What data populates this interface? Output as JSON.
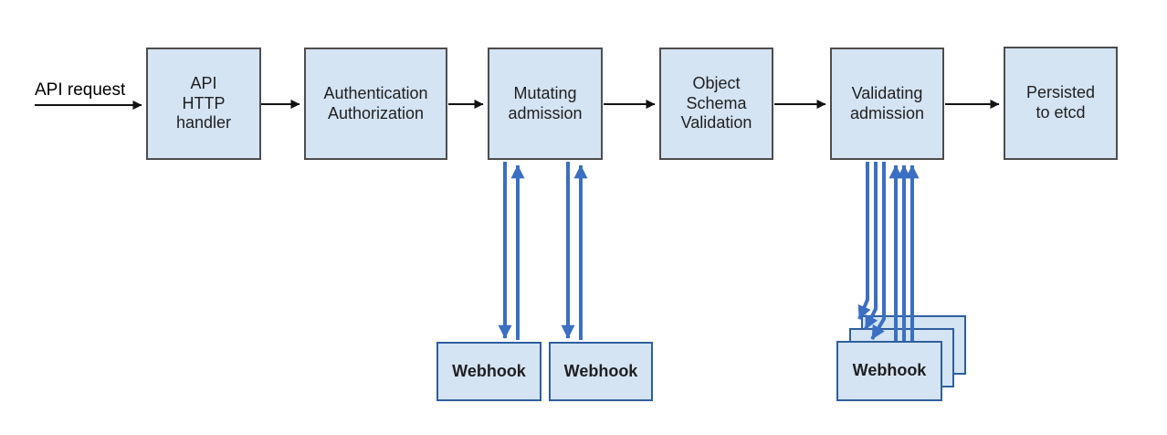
{
  "entry": {
    "label": "API request"
  },
  "nodes": [
    {
      "id": "api-http-handler",
      "label": "API\nHTTP\nhandler"
    },
    {
      "id": "authentication-authorization",
      "label": "Authentication\nAuthorization"
    },
    {
      "id": "mutating-admission",
      "label": "Mutating\nadmission"
    },
    {
      "id": "object-schema-validation",
      "label": "Object\nSchema\nValidation"
    },
    {
      "id": "validating-admission",
      "label": "Validating\nadmission"
    },
    {
      "id": "persisted-to-etcd",
      "label": "Persisted\nto etcd"
    }
  ],
  "webhooks": {
    "mutating": [
      {
        "label": "Webhook"
      },
      {
        "label": "Webhook"
      }
    ],
    "validating": {
      "front_label": "Webhook",
      "stack_count": 3
    }
  },
  "colors": {
    "node-fill": "#d4e4f3",
    "node-border": "#4d4d4d",
    "webhook-border": "#2f5f9e",
    "arrow-blue": "#3b6fc4",
    "arrow-black": "#111111",
    "text": "#1f1f1f",
    "background": "#ffffff"
  }
}
